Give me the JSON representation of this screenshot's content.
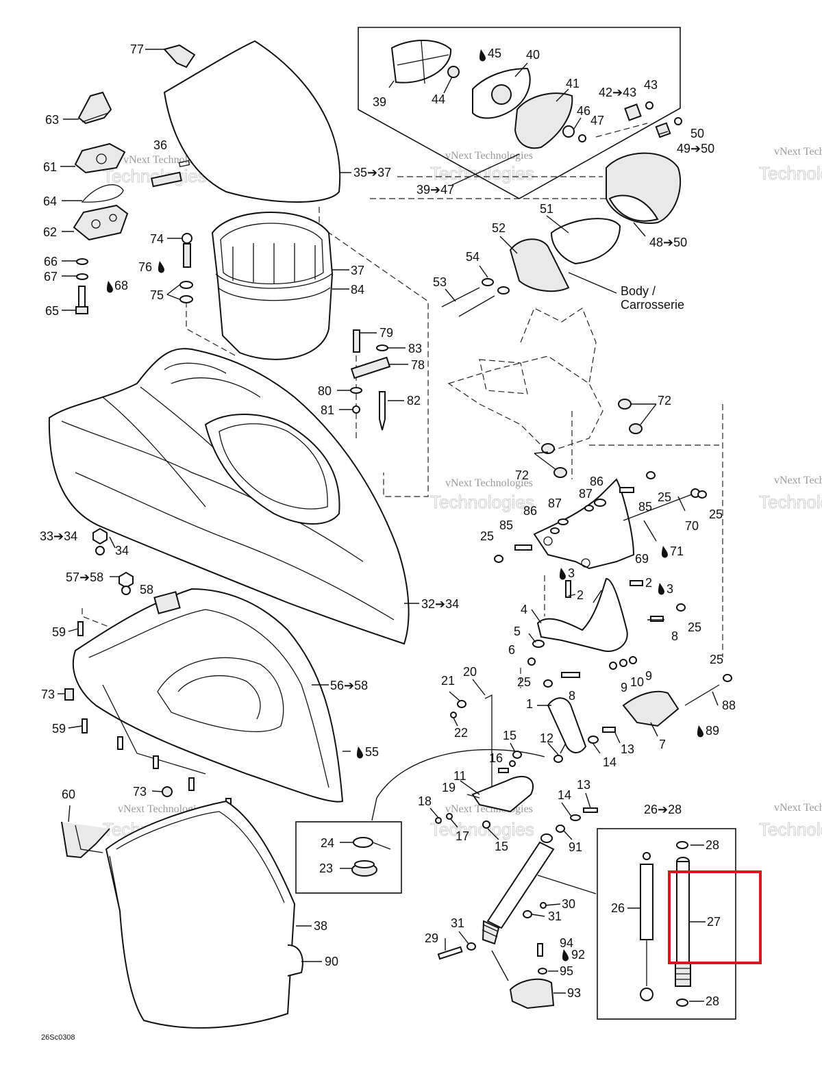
{
  "diagram_code": "26Sc0308",
  "highlight_color": "#d7191f",
  "watermark": {
    "line1": "vNext Technologies",
    "line2": "Technologies"
  },
  "body_note": {
    "line1": "Body /",
    "line2": "Carrosserie"
  },
  "drop_icon": "oil-drop-icon",
  "labels": {
    "l77": "77",
    "l63": "63",
    "l61": "61",
    "l36": "36",
    "l64": "64",
    "l62": "62",
    "l74": "74",
    "l76": "76",
    "l66": "66",
    "l67": "67",
    "l68": "68",
    "l65": "65",
    "l75": "75",
    "l35_37": "35➔37",
    "l37": "37",
    "l84": "84",
    "l39": "39",
    "l44": "44",
    "l45": "45",
    "l40": "40",
    "l41": "41",
    "l42_43": "42➔43",
    "l43": "43",
    "l46": "46",
    "l47": "47",
    "l50": "50",
    "l49_50": "49➔50",
    "l39_47": "39➔47",
    "l51": "51",
    "l52": "52",
    "l48_50": "48➔50",
    "l53": "53",
    "l54": "54",
    "l79": "79",
    "l83": "83",
    "l78": "78",
    "l80": "80",
    "l82": "82",
    "l81": "81",
    "l72a": "72",
    "l72b": "72",
    "l86a": "86",
    "l87a": "87",
    "l25a": "25",
    "l85a": "85",
    "l25b": "25",
    "l70": "70",
    "l87b": "87",
    "l86b": "86",
    "l25c": "25",
    "l85b": "85",
    "l69": "69",
    "l71": "71",
    "l33_34": "33➔34",
    "l34": "34",
    "l57_58": "57➔58",
    "l58": "58",
    "l32_34": "32➔34",
    "l3a": "3",
    "l2a": "2",
    "l2b": "2",
    "l3b": "3",
    "l4": "4",
    "l5": "5",
    "l6": "6",
    "l8a": "8",
    "l25d": "25",
    "l9a": "9",
    "l9b": "9",
    "l10": "10",
    "l25e": "25",
    "l25f": "25",
    "l8b": "8",
    "l1": "1",
    "l88": "88",
    "l89": "89",
    "l7": "7",
    "l13a": "13",
    "l14a": "14",
    "l12": "12",
    "l59a": "59",
    "l73a": "73",
    "l56_58": "56➔58",
    "l59b": "59",
    "l55": "55",
    "l21": "21",
    "l20": "20",
    "l22": "22",
    "l15a": "15",
    "l16": "16",
    "l11": "11",
    "l19": "19",
    "l18": "18",
    "l17": "17",
    "l15b": "15",
    "l14b": "14",
    "l13b": "13",
    "l91": "91",
    "l60": "60",
    "l73b": "73",
    "l24": "24",
    "l23": "23",
    "l38": "38",
    "l90": "90",
    "l29": "29",
    "l31a": "31",
    "l30": "30",
    "l31b": "31",
    "l94": "94",
    "l92": "92",
    "l95": "95",
    "l93": "93",
    "l26_28": "26➔28",
    "l28a": "28",
    "l26": "26",
    "l27": "27",
    "l28b": "28"
  }
}
